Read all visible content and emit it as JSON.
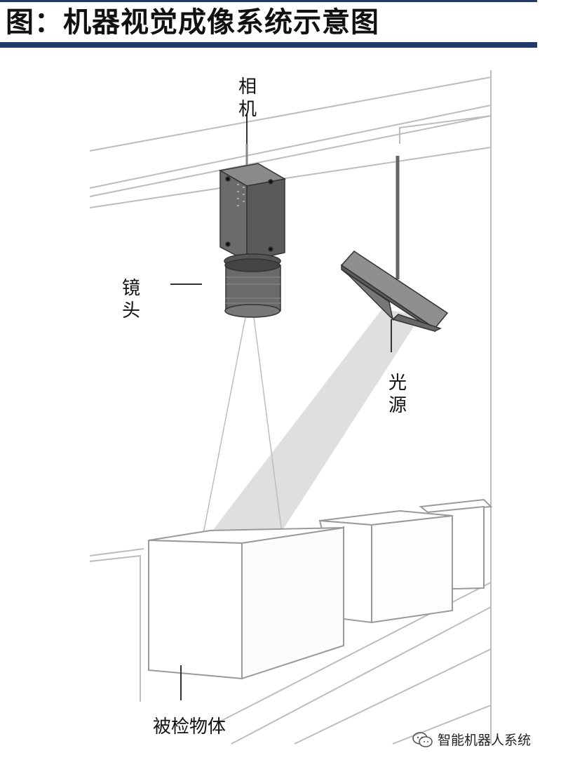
{
  "figure": {
    "title": "图：机器视觉成像系统示意图"
  },
  "labels": {
    "camera": "相机",
    "lens": "镜头",
    "light_source": "光源",
    "object": "被检物体"
  },
  "watermark": {
    "text": "智能机器人系统",
    "icon": "wechat-icon"
  },
  "colors": {
    "accent": "#1f3a6b",
    "camera_body": "#6b6b6b",
    "light_panel": "#6e6e6e",
    "light_cone": "#d9d9d9"
  }
}
